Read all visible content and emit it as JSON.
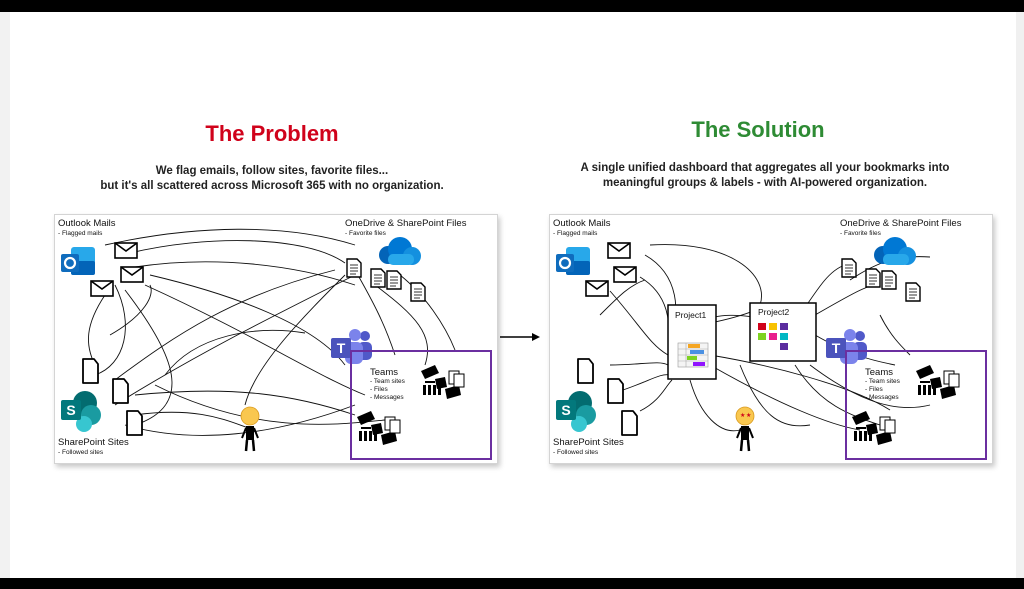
{
  "problem": {
    "title": "The Problem",
    "subtitle_line1": "We flag emails, follow sites, favorite files...",
    "subtitle_line2": "but it's all scattered across Microsoft 365 with no organization."
  },
  "solution": {
    "title": "The Solution",
    "subtitle_line1": "A single unified dashboard that aggregates all your bookmarks into",
    "subtitle_line2": "meaningful groups & labels - with AI-powered organization."
  },
  "diagram": {
    "outlook_title": "Outlook Mails",
    "outlook_sub": "- Flagged mails",
    "onedrive_title": "OneDrive & SharePoint Files",
    "onedrive_sub": "- Favorite files",
    "sharepoint_title": "SharePoint Sites",
    "sharepoint_sub": "- Followed sites",
    "teams_title": "Teams",
    "teams_items": [
      "- Team sites",
      "- Files",
      "- Messages"
    ],
    "project1": "Project1",
    "project2": "Project2"
  },
  "icons": {
    "outlook": "outlook-icon",
    "onedrive": "onedrive-cloud-icon",
    "sharepoint": "sharepoint-icon",
    "teams": "teams-icon",
    "mail": "envelope-icon",
    "file": "document-icon",
    "person_problem": "eye-roll-person-icon",
    "person_solution": "star-struck-person-icon",
    "arrow": "right-arrow-icon"
  },
  "colors": {
    "problem_title": "#d0021b",
    "solution_title": "#2e8b34",
    "teams_box": "#6b2fa0",
    "outlook_blue": "#0f6cbd",
    "sharepoint_teal": "#038387",
    "teams_purple": "#5b5fc7"
  }
}
